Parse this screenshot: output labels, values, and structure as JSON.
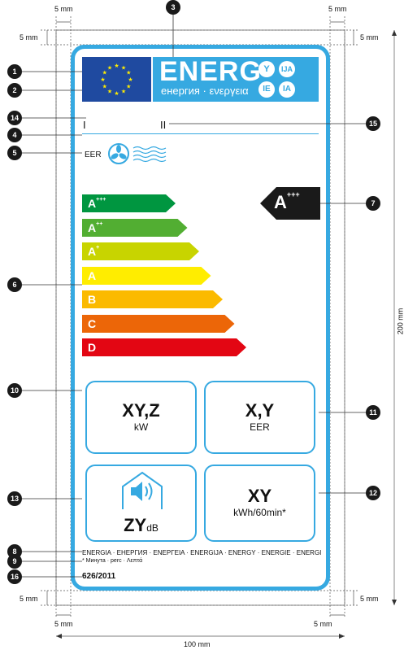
{
  "dims": {
    "top_left": "5 mm",
    "top_right": "5 mm",
    "left_top": "5 mm",
    "right_top": "5 mm",
    "left_bottom": "5 mm",
    "right_bottom": "5 mm",
    "bottom_left": "5 mm",
    "bottom_right": "5 mm",
    "height": "200 mm",
    "width": "100 mm"
  },
  "header": {
    "energ": "ENERG",
    "sub": "енергия · ενεργεια",
    "langs": [
      "Y",
      "IJA",
      "IE",
      "IA"
    ]
  },
  "roman": [
    "I",
    "II"
  ],
  "eer_label": "EER",
  "classes": [
    {
      "label": "A",
      "sup": "+++",
      "color": "#009640"
    },
    {
      "label": "A",
      "sup": "++",
      "color": "#52ae32"
    },
    {
      "label": "A",
      "sup": "+",
      "color": "#c8d400"
    },
    {
      "label": "A",
      "sup": "",
      "color": "#ffed00"
    },
    {
      "label": "B",
      "sup": "",
      "color": "#fbba00"
    },
    {
      "label": "C",
      "sup": "",
      "color": "#ec6608"
    },
    {
      "label": "D",
      "sup": "",
      "color": "#e30613"
    }
  ],
  "rating": {
    "label": "A",
    "sup": "+++"
  },
  "boxes": {
    "capacity_value": "XY,Z",
    "capacity_unit": "kW",
    "eer_value": "X,Y",
    "eer_unit": "EER",
    "noise_value": "ZY",
    "noise_unit": "dB",
    "energy_value": "XY",
    "energy_unit": "kWh/60min*"
  },
  "footer": {
    "languages": "ENERGIA · ЕНЕРГИЯ · ΕΝΕΡΓΕΙΑ · ENERGIJA · ENERGY · ENERGIE · ENERGI",
    "note": "* Минута · perc · Λεπτά",
    "regulation": "626/2011"
  },
  "callouts": [
    "1",
    "2",
    "3",
    "14",
    "4",
    "15",
    "5",
    "7",
    "6",
    "10",
    "11",
    "13",
    "12",
    "8",
    "9",
    "16"
  ],
  "colors": {
    "frame": "#36a9e1",
    "eu_blue": "#1f4aa0",
    "star": "#ffed00"
  }
}
